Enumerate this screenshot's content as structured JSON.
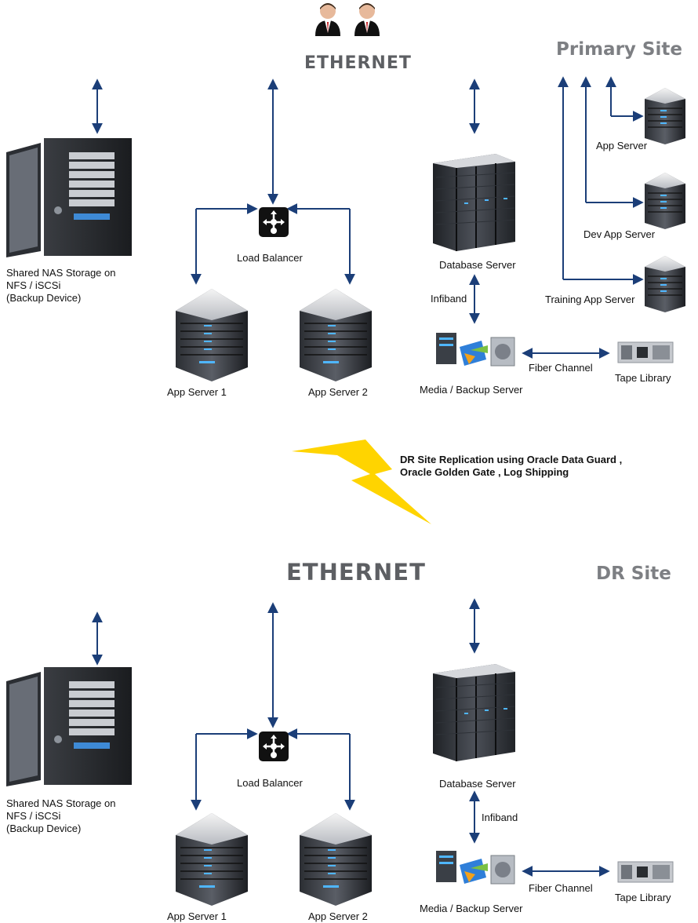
{
  "top": {
    "ethernet_label": "ETHERNET",
    "site_label": "Primary Site",
    "nas_label": [
      "Shared NAS Storage on",
      "NFS / iSCSi",
      "(Backup Device)"
    ],
    "load_balancer_label": "Load Balancer",
    "app_server_1_label": "App Server 1",
    "app_server_2_label": "App Server 2",
    "database_server_label": "Database Server",
    "infiband_label": "Infiband",
    "media_backup_label": "Media / Backup Server",
    "fiber_channel_label": "Fiber Channel",
    "tape_library_label": "Tape Library",
    "app_server_label": "App Server",
    "dev_app_server_label": "Dev App Server",
    "training_app_server_label": "Training App Server"
  },
  "replication": {
    "line1": "DR Site Replication using Oracle Data Guard ,",
    "line2": "Oracle Golden Gate , Log Shipping"
  },
  "bottom": {
    "ethernet_label": "ETHERNET",
    "site_label": "DR Site",
    "nas_label": [
      "Shared NAS Storage on",
      "NFS / iSCSi",
      "(Backup Device)"
    ],
    "load_balancer_label": "Load Balancer",
    "app_server_1_label": "App Server 1",
    "app_server_2_label": "App Server 2",
    "database_server_label": "Database Server",
    "infiband_label": "Infiband",
    "media_backup_label": "Media / Backup Server",
    "fiber_channel_label": "Fiber Channel",
    "tape_library_label": "Tape Library"
  },
  "colors": {
    "arrow": "#1b3e78",
    "lightning": "#ffd400",
    "heading": "#5d5f63"
  },
  "icons": [
    "users-icon",
    "nas-storage-icon",
    "load-balancer-icon",
    "server-tower-icon",
    "database-rack-icon",
    "backup-server-icon",
    "tape-library-icon",
    "lightning-bolt-icon"
  ]
}
